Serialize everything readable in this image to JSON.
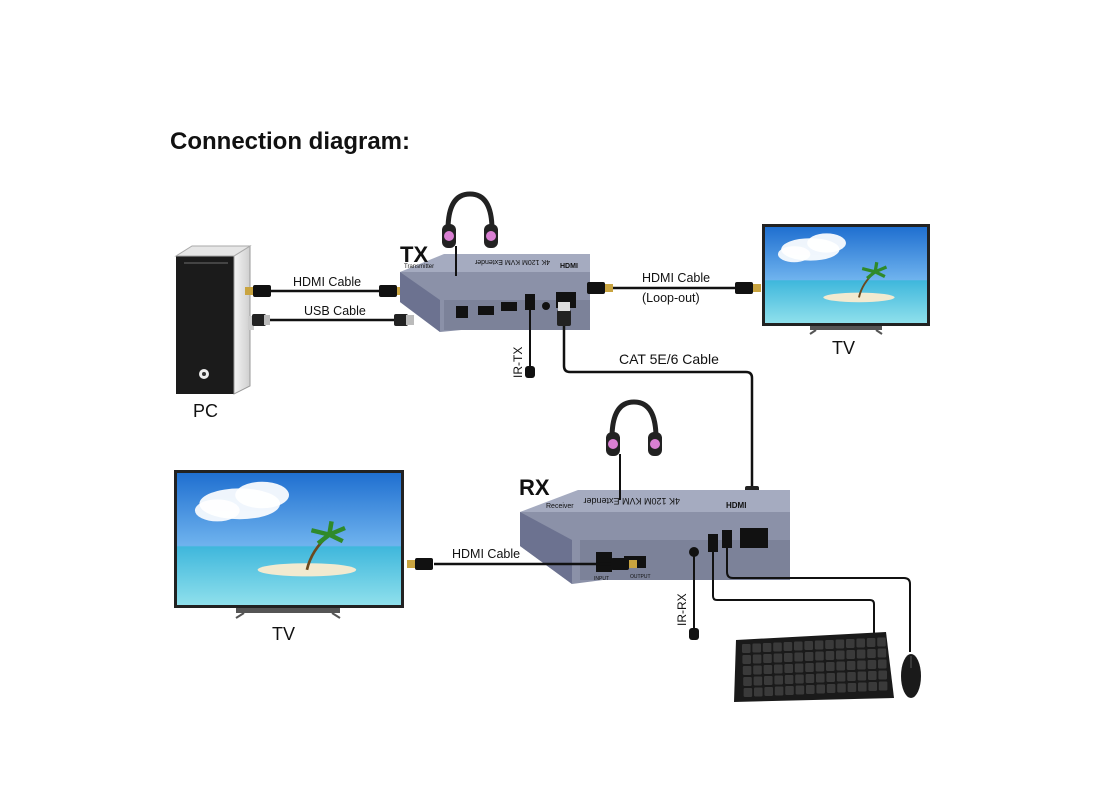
{
  "title": "Connection diagram:",
  "labels": {
    "tx": "TX",
    "rx": "RX",
    "pc": "PC",
    "tv_right": "TV",
    "tv_left": "TV",
    "hdmi_cable_pc": "HDMI Cable",
    "usb_cable": "USB Cable",
    "hdmi_cable_loop": "HDMI Cable",
    "loop_out": "(Loop-out)",
    "cat_cable": "CAT 5E/6 Cable",
    "hdmi_cable_rx": "HDMI Cable",
    "ir_tx": "IR-TX",
    "ir_rx": "IR-RX"
  },
  "device_text": {
    "tx_model": "4K 120M KVM Extender",
    "tx_side": "Transmitter",
    "rx_model": "4K 120M KVM Extender",
    "rx_side": "Receiver",
    "hdmi_logo": "HDMI",
    "rx_port_input": "INPUT",
    "rx_port_output": "OUTPUT"
  },
  "colors": {
    "device_body": "#8b91a8",
    "device_top": "#a5abc0",
    "device_side": "#6c7290",
    "cable": "#111111",
    "headphone_accent": "#d97fd2",
    "sky": "#3f8fe0",
    "sea": "#33b3d6"
  },
  "icons": [
    "headphones-icon",
    "hdmi-plug-icon",
    "usb-plug-icon",
    "rj45-plug-icon",
    "ir-sensor-icon",
    "keyboard-icon",
    "mouse-icon",
    "pc-tower-icon",
    "tv-icon"
  ]
}
